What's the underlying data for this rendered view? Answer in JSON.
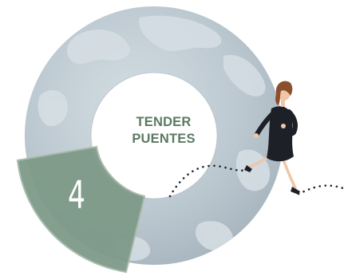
{
  "center_text": {
    "line1": "TENDER",
    "line2": "PUENTES"
  },
  "step": {
    "number": "4"
  },
  "colors": {
    "globe": "#bcc8d0",
    "globe_shade": "#a9b6bf",
    "continents": "#d4dde2",
    "segment": "#7e9a88",
    "segment_border": "#a6b8aa",
    "label": "#5a7a63",
    "dots": "#1f2a33",
    "dress": "#1e2028",
    "hair": "#8a4f2c",
    "skin": "#efc7a8"
  }
}
